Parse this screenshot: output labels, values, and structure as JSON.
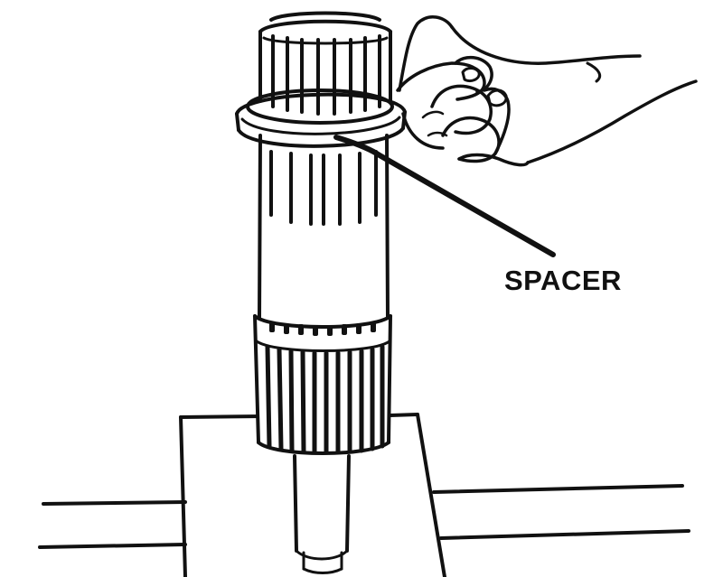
{
  "diagram": {
    "callout_label": "SPACER",
    "colors": {
      "ink": "#111111",
      "paper": "#ffffff"
    },
    "parts": [
      "shaft-assembly",
      "spacer-ring",
      "splined-section",
      "threaded-collar",
      "press-bench",
      "hand"
    ]
  }
}
